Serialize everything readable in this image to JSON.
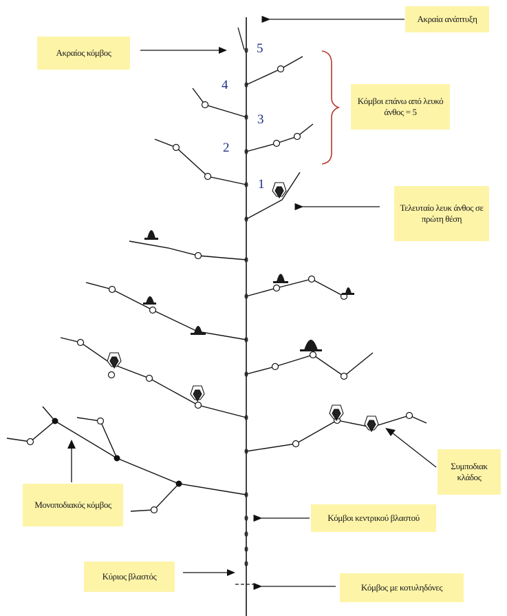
{
  "labels": {
    "apical_growth": "Ακραία ανάπτυξη",
    "apical_node": "Ακραίος κόμβος",
    "nodes_above_white_flower": "Κόμβοι επάνω από λευκό άνθος = 5",
    "last_white_flower": "Τελευταίο λευκ άνθος σε πρώτη θέση",
    "sympodial_branch": "Συμποδιακ κλάδος",
    "monopodial_node": "Μονοποδιακός κόμβος",
    "central_stem_nodes": "Κόμβοι κεντρικού βλαστού",
    "main_stem": "Κύριος βλαστός",
    "cotyledon_node": "Κόμβος με κοτυληδόνες"
  },
  "node_numbers": [
    "1",
    "2",
    "3",
    "4",
    "5"
  ],
  "colors": {
    "label_bg": "#fdf4a8",
    "bracket": "#b5362a",
    "numbers": "#1c2f86",
    "lines": "#111111"
  },
  "icons": [
    "flower-bud-icon",
    "open-flower-icon",
    "arrow-left-icon",
    "arrow-up-icon",
    "bracket-icon"
  ]
}
